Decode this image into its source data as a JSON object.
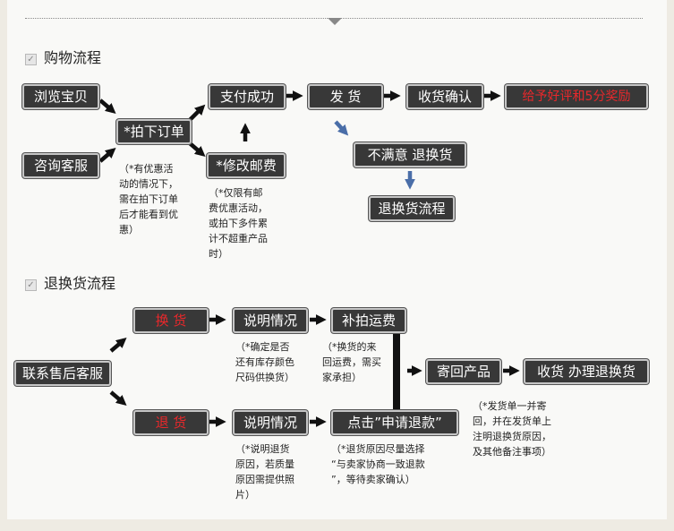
{
  "section1": {
    "title": "购物流程",
    "nodes": {
      "browse": "浏览宝贝",
      "consult": "咨询客服",
      "order": "*拍下订单",
      "pay": "支付成功",
      "modify": "*修改邮费",
      "ship": "发  货",
      "receive": "收货确认",
      "reward": "给予好评和5分奖励",
      "unhappy": "不满意  退换货",
      "return_flow": "退换货流程"
    },
    "notes": {
      "order_note": "（*有优惠活\n动的情况下，\n需在拍下订单\n后才能看到优\n惠）",
      "modify_note": "（*仅限有邮\n费优惠活动，\n或拍下多件累\n计不超重产品\n时）"
    }
  },
  "section2": {
    "title": "退换货流程",
    "nodes": {
      "service": "联系售后客服",
      "exchange": "换  货",
      "refund": "退  货",
      "explain1": "说明情况",
      "explain2": "说明情况",
      "shipping_fee": "补拍运费",
      "apply": "点击”申请退款”",
      "send_back": "寄回产品",
      "handle": "收货  办理退换货"
    },
    "notes": {
      "explain1_note": "（*确定是否\n还有库存颜色\n尺码供换货）",
      "fee_note": "（*换货的来\n回运费，需买\n家承担）",
      "explain2_note": "（*说明退货\n原因，若质量\n原因需提供照\n片）",
      "apply_note": "（*退货原因尽量选择\n“与卖家协商一致退款\n”，等待卖家确认）",
      "handle_note": "（*发货单一并寄\n回，并在发货单上\n注明退换货原因，\n及其他备注事项）"
    }
  },
  "colors": {
    "box_bg": "#383838",
    "box_border": "#c6c6c6",
    "accent_red": "#e8282b",
    "blue_arrow": "#4a6ea8",
    "arrow": "#111111"
  }
}
